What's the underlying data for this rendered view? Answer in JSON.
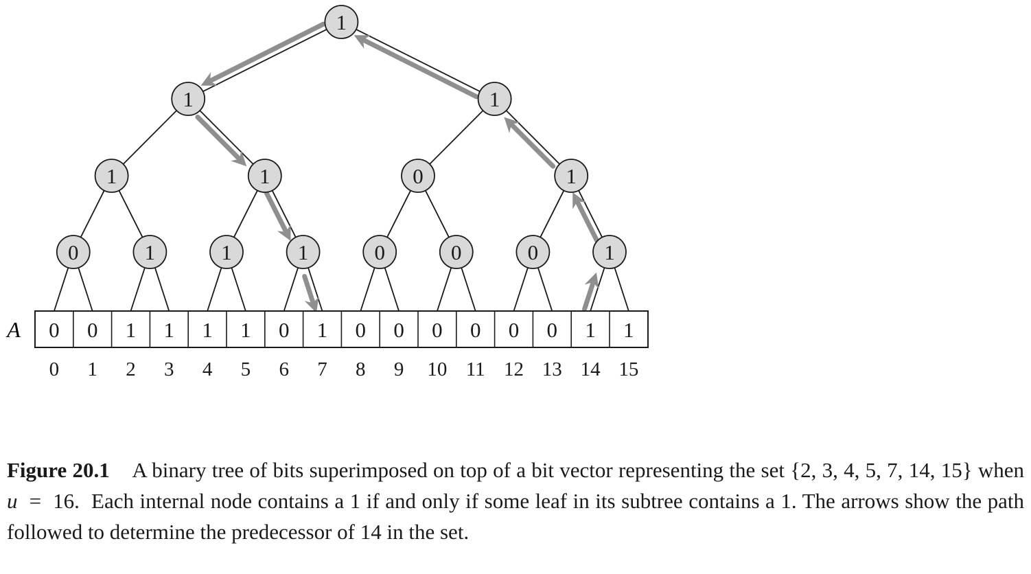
{
  "figure": {
    "array_label": "A",
    "bits": [
      "0",
      "0",
      "1",
      "1",
      "1",
      "1",
      "0",
      "1",
      "0",
      "0",
      "0",
      "0",
      "0",
      "0",
      "1",
      "1"
    ],
    "indices": [
      "0",
      "1",
      "2",
      "3",
      "4",
      "5",
      "6",
      "7",
      "8",
      "9",
      "10",
      "11",
      "12",
      "13",
      "14",
      "15"
    ],
    "tree_levels": [
      [
        "1"
      ],
      [
        "1",
        "1"
      ],
      [
        "1",
        "1",
        "0",
        "1"
      ],
      [
        "0",
        "1",
        "1",
        "1",
        "0",
        "0",
        "0",
        "1"
      ]
    ],
    "colors": {
      "node_fill": "#d9d9d9",
      "arrow": "#8f8f8f",
      "line": "#1a1a1a"
    }
  },
  "caption": {
    "label": "Figure 20.1",
    "line1": "A binary tree of bits superimposed on top of a bit vector representing the set",
    "set": "{2, 3, 4, 5, 7, 14, 15}",
    "when": "when",
    "var": "u",
    "eq": "=",
    "val": "16.",
    "rest": "Each internal node contains a 1 if and only if some leaf in its subtree contains a 1. The arrows show the path followed to determine the predecessor of 14 in the set."
  }
}
